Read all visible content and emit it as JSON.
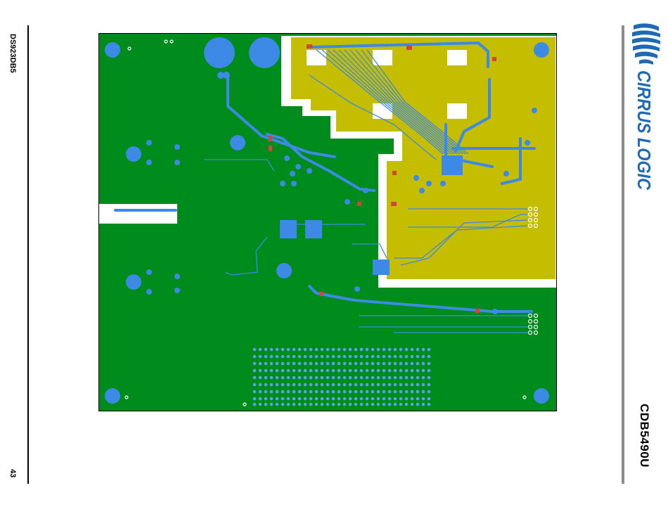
{
  "header": {
    "doc_code": "DS923DB5",
    "page_number": "43"
  },
  "side": {
    "board_name": "CDB5490U"
  },
  "logo": {
    "text": "CIRRUS LOGIC",
    "registered_mark": "®",
    "color": "#1f6ab5"
  },
  "pcb": {
    "colors": {
      "ground_plane": "#008c1c",
      "copper_pour": "#c4bd00",
      "pads": "#3c8ae6",
      "clearance": "#ffffff",
      "outline": "#000000",
      "marker_red": "#d0463a"
    }
  }
}
